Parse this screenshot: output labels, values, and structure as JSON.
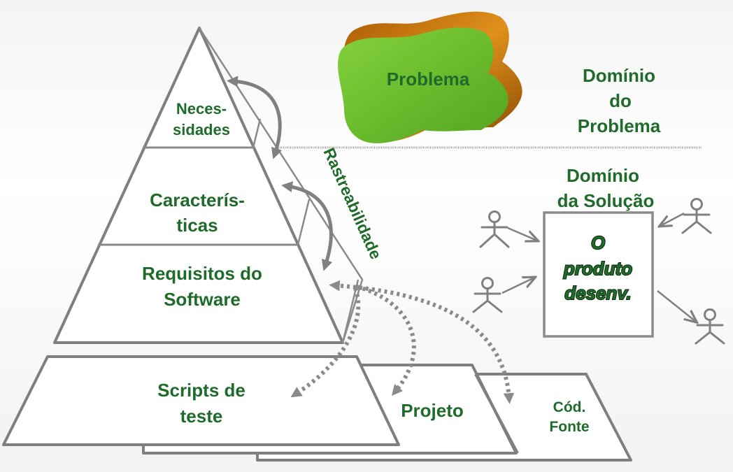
{
  "labels": {
    "necessities": [
      "Neces-",
      "sidades"
    ],
    "characteristics": [
      "Caracterís-",
      "ticas"
    ],
    "requirements": [
      "Requisitos do",
      "Software"
    ],
    "test_scripts": [
      "Scripts de",
      "teste"
    ],
    "design": "Projeto",
    "source_code": [
      "Cód.",
      "Fonte"
    ],
    "problem": "Problema",
    "problem_domain": [
      "Domínio",
      "do",
      "Problema"
    ],
    "solution_domain": [
      "Domínio",
      "da Solução"
    ],
    "product": [
      "O",
      "produto",
      "desenv."
    ],
    "traceability": "Rastreabilidade"
  },
  "colors": {
    "label_green": "#1e6b2a",
    "outline_gray": "#7f7f7f",
    "blob_green": "#6abf2a",
    "blob_edge": "#b8660a"
  }
}
